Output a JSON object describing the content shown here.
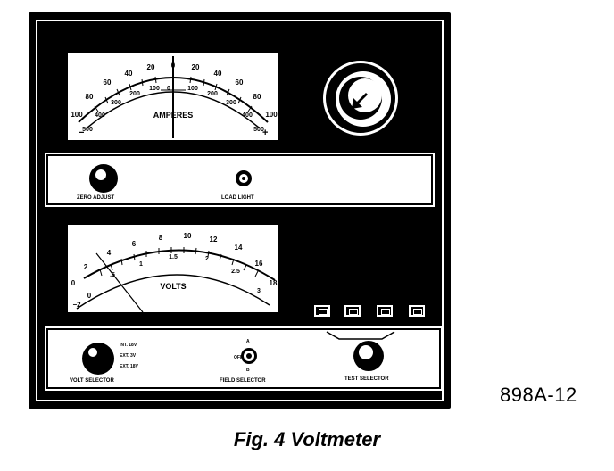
{
  "ammeter": {
    "unit_label": "AMPERES",
    "outer_scale": [
      "100",
      "80",
      "60",
      "40",
      "20",
      "0",
      "20",
      "40",
      "60",
      "80",
      "100"
    ],
    "inner_scale": [
      "500",
      "400",
      "300",
      "200",
      "100",
      "0",
      "100",
      "200",
      "300",
      "400",
      "500"
    ],
    "minus_sign": "−",
    "plus_sign": "+"
  },
  "voltmeter": {
    "unit_label": "VOLTS",
    "outer_scale": [
      "2",
      "4",
      "6",
      "8",
      "10",
      "12",
      "14",
      "16",
      "18"
    ],
    "inner_scale": [
      ".5",
      "1",
      "1.5",
      "2",
      "2.5",
      "3"
    ],
    "left_scale": [
      "0",
      "−2",
      "0"
    ]
  },
  "controls": {
    "zero_adjust_label": "ZERO ADJUST",
    "load_light_label": "LOAD LIGHT",
    "volt_selector_label": "VOLT SELECTOR",
    "volt_selector_options": [
      "INT. 18V",
      "EXT. 3V",
      "EXT. 18V"
    ],
    "field_selector_label": "FIELD SELECTOR",
    "field_selector_off": "OFF",
    "field_selector_a": "A",
    "field_selector_b": "B",
    "test_selector_label": "TEST SELECTOR"
  },
  "figure": {
    "code": "898A-12",
    "caption": "Fig. 4 Voltmeter"
  }
}
